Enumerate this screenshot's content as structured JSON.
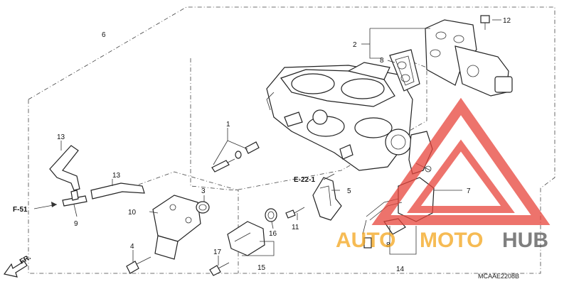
{
  "callouts": {
    "c1": "1",
    "c2": "2",
    "c3": "3",
    "c4": "4",
    "c5": "5",
    "c6": "6",
    "c7": "7",
    "c8a": "8",
    "c8b": "8",
    "c9": "9",
    "c10": "10",
    "c11": "11",
    "c12": "12",
    "c13a": "13",
    "c13b": "13",
    "c14": "14",
    "c15": "15",
    "c16": "16",
    "c17": "17"
  },
  "references": {
    "e22": "E-22-1",
    "f51": "F-51",
    "fr": "FR."
  },
  "diagram_code": "MCAAE2208B",
  "watermark": {
    "brand_auto": "AUTO",
    "brand_moto": "MOTO",
    "brand_hub": "HUB",
    "colors": {
      "triangle": "#e8453c",
      "auto": "#f3a51c",
      "moto": "#f3a51c",
      "hub": "#555555"
    }
  }
}
